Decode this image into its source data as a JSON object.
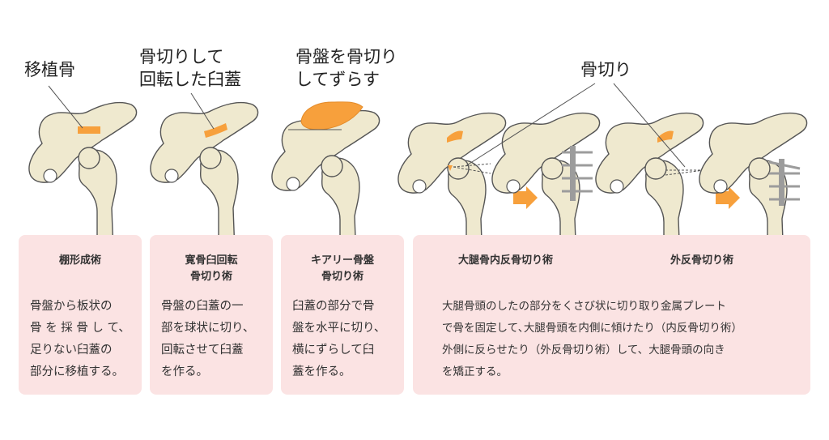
{
  "labels": {
    "graft": "移植骨",
    "rotated": "骨切りして\n回転した臼蓋",
    "shifted": "骨盤を骨切り\nしてずらす",
    "osteotomy": "骨切り"
  },
  "cards": [
    {
      "title": "棚形成術",
      "body": "骨盤から板状の\n骨 を 採 骨 し て、\n足りない臼蓋の\n部分に移植する。"
    },
    {
      "title": "寛骨臼回転\n骨切り術",
      "body": "骨盤の臼蓋の一\n部を球状に切り、\n回転させて臼蓋\nを作る。"
    },
    {
      "title": "キアリー骨盤\n骨切り術",
      "body": "臼蓋の部分で骨\n盤を水平に切り、\n横にずらして臼\n蓋を作る。"
    },
    {
      "title_left": "大腿骨内反骨切り術",
      "title_right": "外反骨切り術",
      "body": "大腿骨頭のしたの部分をくさび状に切り取り金属プレート\nで骨を固定して､大腿骨頭を内側に傾けたり（内反骨切り術）\n外側に反らせたり（外反骨切り術）して、大腿骨頭の向き\nを矯正する。"
    }
  ],
  "colors": {
    "bone": "#efe9cf",
    "outline": "#555555",
    "accent": "#f7a03c",
    "card": "#fbe3e3",
    "plate": "#9c9c9c"
  }
}
